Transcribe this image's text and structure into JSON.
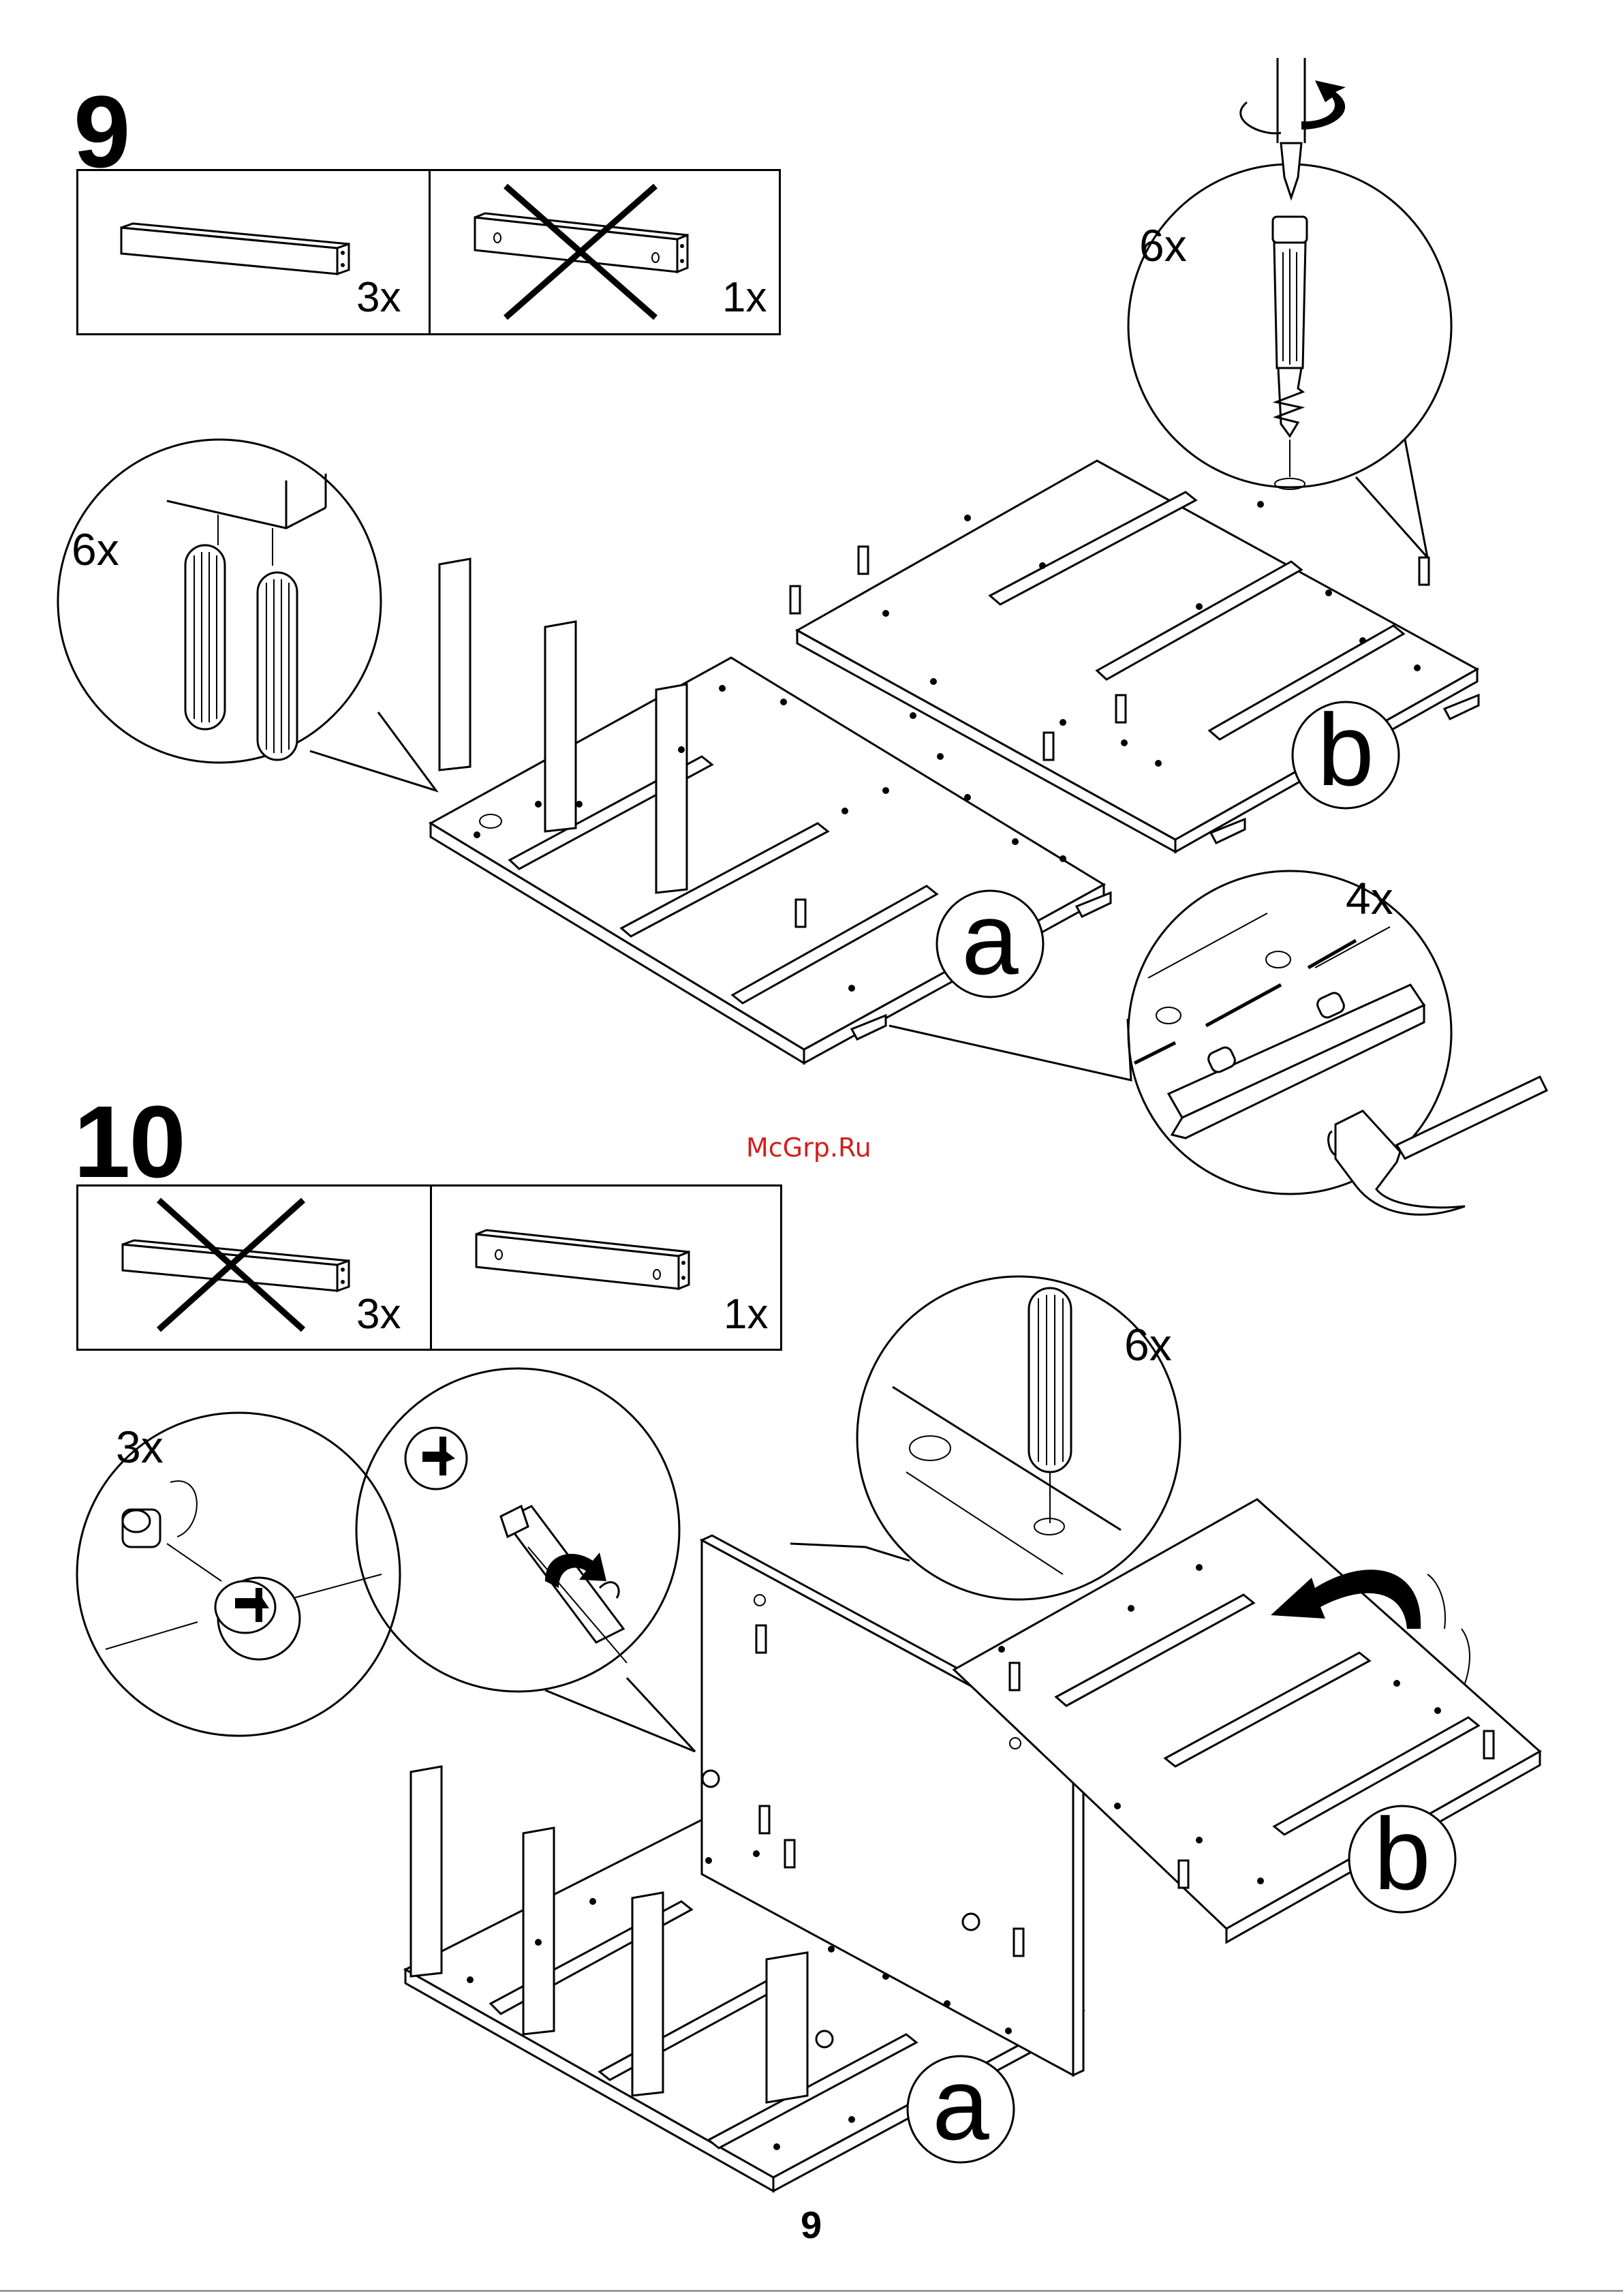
{
  "steps": [
    {
      "number": "9",
      "parts": [
        {
          "label": "short-rail",
          "qty": "3x",
          "crossed": false
        },
        {
          "label": "rail-with-holes",
          "qty": "1x",
          "crossed": true
        }
      ],
      "callouts": {
        "dowel_qty": "6x",
        "screw_qty": "6x",
        "glide_qty": "4x"
      },
      "panels": [
        "a",
        "b"
      ]
    },
    {
      "number": "10",
      "parts": [
        {
          "label": "short-rail",
          "qty": "3x",
          "crossed": true
        },
        {
          "label": "rail-with-holes",
          "qty": "1x",
          "crossed": false
        }
      ],
      "callouts": {
        "cam_qty": "3x",
        "dowel_qty": "6x"
      },
      "panels": [
        "a",
        "b"
      ]
    }
  ],
  "watermark": "McGrp.Ru",
  "page_number": "9",
  "icons": [
    "dowel-icon",
    "screw-icon",
    "screwdriver-icon",
    "hammer-icon",
    "cam-lock-icon",
    "rotate-arrow-icon",
    "cross-out-icon"
  ]
}
